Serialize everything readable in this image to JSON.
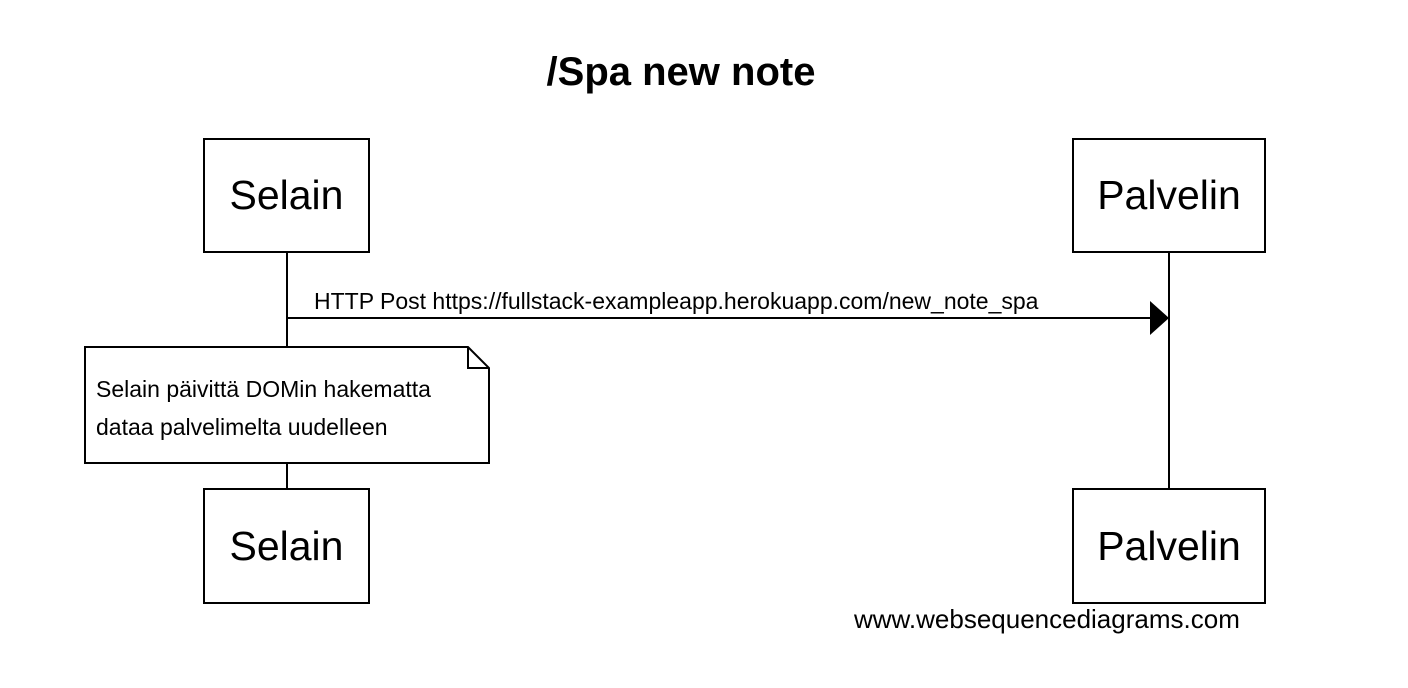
{
  "diagram": {
    "title": "/Spa new note",
    "participants": {
      "selain": "Selain",
      "palvelin": "Palvelin"
    },
    "message": {
      "label": "HTTP Post https://fullstack-exampleapp.herokuapp.com/new_note_spa"
    },
    "note": {
      "line1": "Selain päivittä DOMin hakematta",
      "line2": "dataa palvelimelta uudelleen"
    },
    "watermark": "www.websequencediagrams.com"
  }
}
